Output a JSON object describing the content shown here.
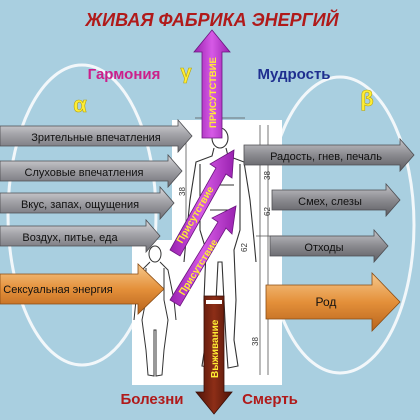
{
  "title": "ЖИВАЯ ФАБРИКА ЭНЕРГИЙ",
  "labels": {
    "harmony": "Гармония",
    "wisdom": "Мудрость",
    "gamma": "γ",
    "alpha": "α",
    "beta": "β",
    "diseases": "Болезни",
    "death": "Смерть"
  },
  "vertical_arrows": {
    "presence_top": "ПРИСУТСТВИЕ",
    "presence_1": "Присутствие",
    "presence_2": "Присутствие",
    "survival": "Выживание"
  },
  "inputs": [
    "Зрительные впечатления",
    "Слуховые впечатления",
    "Вкус, запах, ощущения",
    "Воздух, питье, еда",
    "Сексуальная энергия"
  ],
  "outputs": [
    "Радость, гнев, печаль",
    "Смех, слезы",
    "Отходы",
    "Род"
  ],
  "measurements": [
    "38",
    "62",
    "38",
    "38",
    "62"
  ],
  "colors": {
    "background": "#a9cfe0",
    "title": "#b01a1a",
    "harmony": "#cc1f8a",
    "wisdom": "#1f2f8f",
    "greek": "#ffee33",
    "presence_arrow": "#c23ad6",
    "survival_arrow": "#6b1f0f",
    "input_arrow": "#8f8f95",
    "output_arrow": "#8a8a8f",
    "orange_arrow": "#e4903a"
  },
  "icons": [
    "male-figure-diagram-icon",
    "female-figure-diagram-icon"
  ]
}
